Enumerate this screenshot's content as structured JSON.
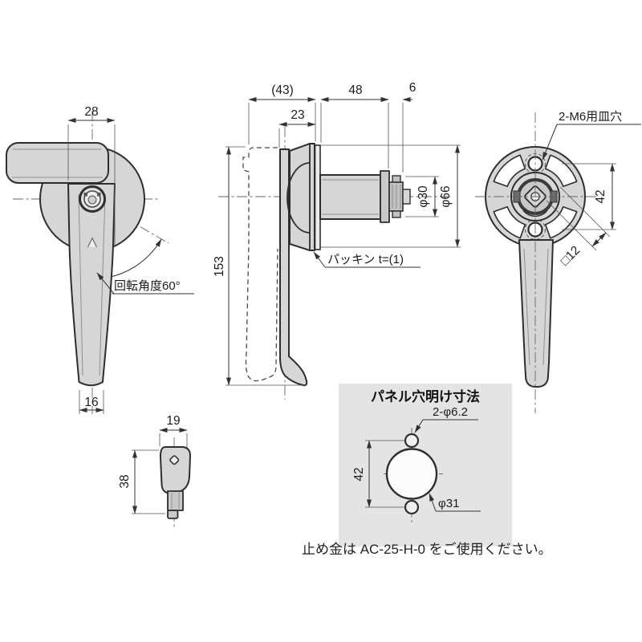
{
  "drawing": {
    "front_view": {
      "dim_hub_width": "28",
      "dim_tip_width": "16",
      "rotation_label": "回転角度60°"
    },
    "side_view": {
      "dim_handle_offset_ref": "(43)",
      "dim_base_depth": "23",
      "dim_shaft_length": "48",
      "dim_nut_width": "6",
      "dim_total_height": "153",
      "dim_shaft_diameter": "φ30",
      "dim_flange_diameter": "φ66",
      "packing_label": "パッキン t=(1)"
    },
    "rear_view": {
      "countersink_label": "2-M6用皿穴",
      "dim_hole_pitch": "42",
      "dim_square_shaft": "□12"
    },
    "key_view": {
      "dim_width": "19",
      "dim_length": "38"
    },
    "panel_cutout": {
      "title": "パネル穴明け寸法",
      "dim_small_holes": "2-φ6.2",
      "dim_hole_pitch": "42",
      "dim_main_hole": "φ31"
    },
    "footnote": "止め金は AC-25-H-0 をご使用ください。",
    "colors": {
      "part_fill": "#d6d6d6",
      "outline": "#2e2e2e",
      "panel_box_bg": "#e4e4e4"
    }
  }
}
